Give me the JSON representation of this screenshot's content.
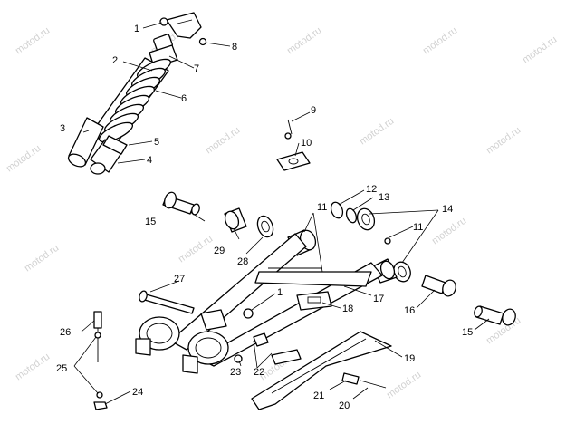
{
  "watermark": "motod.ru",
  "callouts": {
    "c1a": "1",
    "c1b": "1",
    "c2": "2",
    "c3": "3",
    "c4": "4",
    "c5": "5",
    "c6": "6",
    "c7": "7",
    "c8": "8",
    "c9": "9",
    "c10": "10",
    "c11a": "11",
    "c11b": "11",
    "c12": "12",
    "c13": "13",
    "c14": "14",
    "c15a": "15",
    "c15b": "15",
    "c16": "16",
    "c17": "17",
    "c18": "18",
    "c19": "19",
    "c20": "20",
    "c21": "21",
    "c22": "22",
    "c23": "23",
    "c24": "24",
    "c25": "25",
    "c26": "26",
    "c27": "27",
    "c28": "28",
    "c29": "29"
  }
}
